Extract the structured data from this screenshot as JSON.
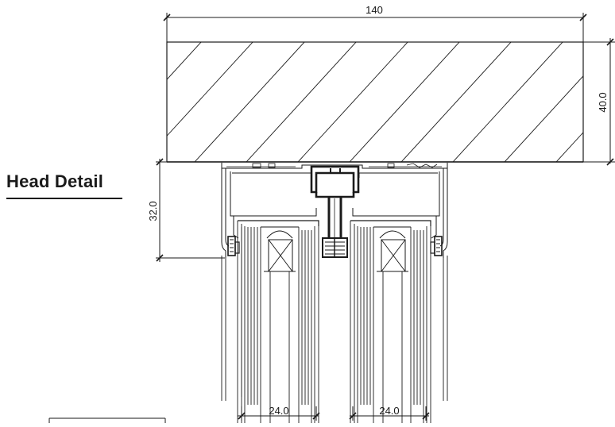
{
  "title": "Head Detail",
  "dimensions": {
    "top_width": "140",
    "right_height": "40.0",
    "left_height": "32.0",
    "bottom_left": "24.0",
    "bottom_right": "24.0"
  },
  "colors": {
    "line": "#1a1a1a",
    "background": "#ffffff"
  }
}
